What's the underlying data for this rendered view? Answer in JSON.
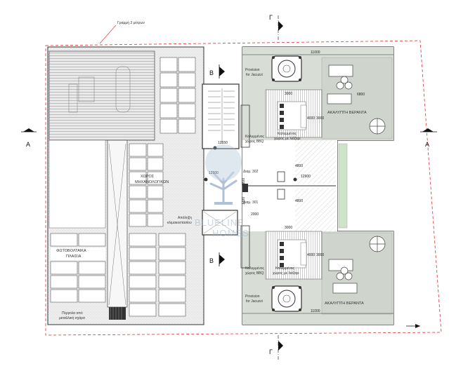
{
  "title_line": "Γραμμή 3 μέτρων",
  "section_marks": {
    "a": "A",
    "b": "B",
    "g": "Γ"
  },
  "labels": {
    "provision_jacuzzi_top": [
      "Provision",
      "for Jacuzzi"
    ],
    "provision_jacuzzi_bottom": [
      "Provision",
      "for Jacuzzi"
    ],
    "veranda_top": "ΑΚΑΛΥΠΤΗ ΒΕΡΑΝΤΑ",
    "veranda_bottom": "ΑΚΑΛΥΠΤΗ ΒΕΡΑΝΤΑ",
    "covered_bbq_top": [
      "Καλυμμένος",
      "χώρος BBQ"
    ],
    "covered_pergola_top": [
      "Καλυμμένος",
      "χώρος με λιάζαρι"
    ],
    "covered_bbq_bottom": [
      "Καλυμμένος",
      "χώρος BBQ"
    ],
    "covered_pergola_bottom": [
      "Καλυμμένος",
      "χώρος με λιάζαρι"
    ],
    "mech_space": [
      "ΧΩΡΟΣ",
      "ΜΗΧΑΝΟΛΟΓΙΚΩΝ"
    ],
    "solar_panels": [
      "ΦΩΤΟΒΟΛΤΑΙΚΑ",
      "ΠΛΑΙΣΙΑ"
    ],
    "insulation": [
      "Απόληξη",
      "κλιμακοστασίου"
    ],
    "roof_edge": [
      "Πέργολα από",
      "μεταλλική σχάρα"
    ],
    "apt_302": "Διαμ. 302",
    "apt_301": "Διαμ. 301",
    "watermark": [
      "BLUELINE",
      "HOMES"
    ]
  },
  "dimensions": {
    "top_width": "11000",
    "bottom_width": "11000",
    "side_right": "6800",
    "pergola_top": "3000",
    "pergola_bottom": "3000",
    "pergola_depth_top": "4000",
    "pergola_depth_bottom": "4000",
    "bbq_top": "3000",
    "bbq_bottom": "3000",
    "corridor_top": "4800",
    "corridor_bottom": "4800",
    "level_1": "12550",
    "level_2": "12500",
    "level_3": "12900",
    "stair_w": "2000",
    "small_1": "1800",
    "small_2": "1200"
  },
  "colors": {
    "veranda": "#d8ddd5",
    "grass": "#cfe3c8",
    "hatch": "#d6d6d6",
    "redline": "#e03030",
    "wall": "#333333"
  }
}
